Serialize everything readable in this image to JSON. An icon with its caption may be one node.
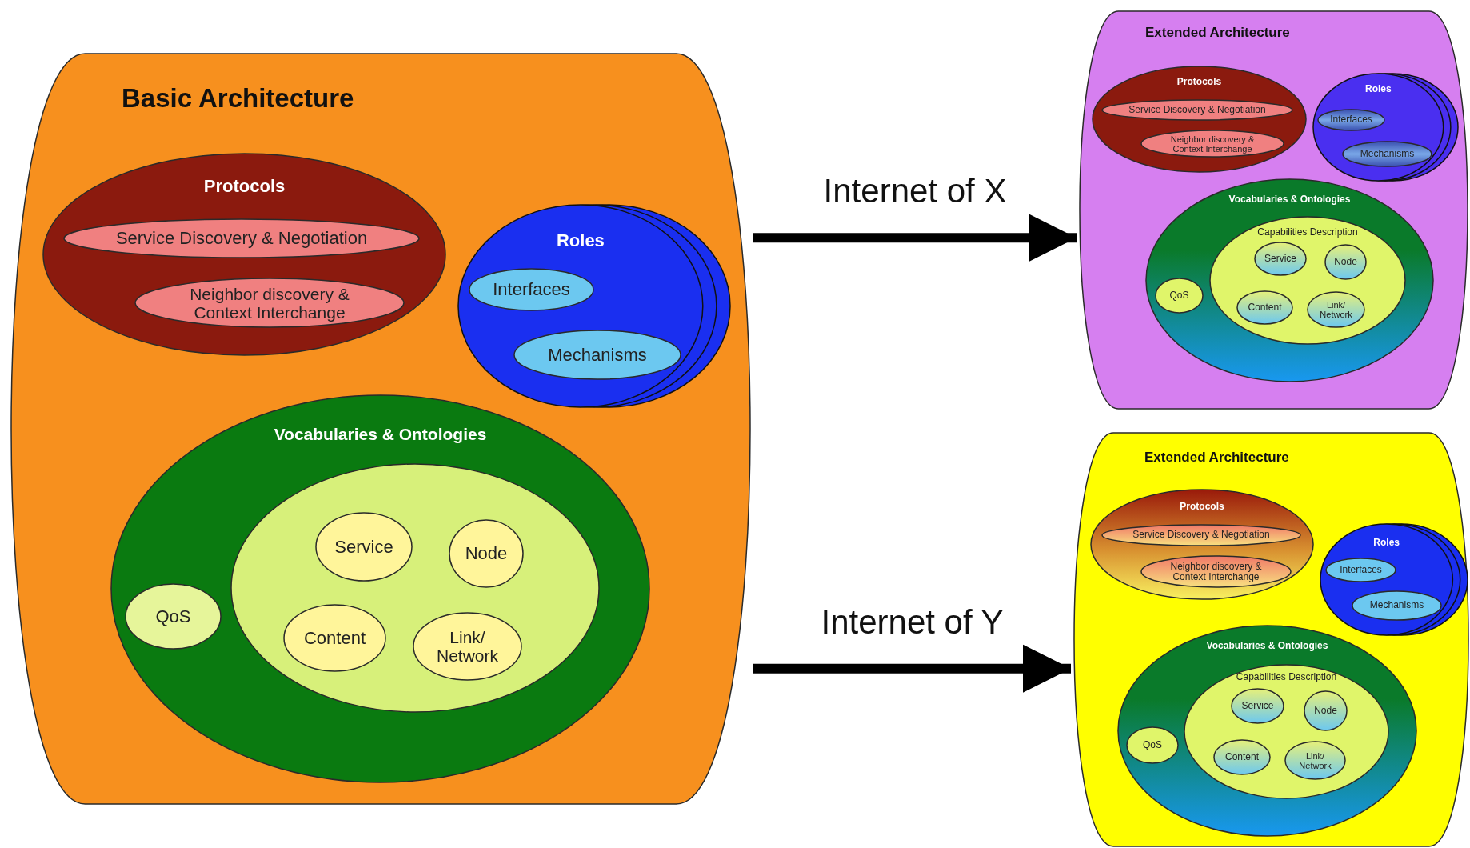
{
  "diagram": {
    "nodes": [
      {
        "text": [
          "Basic Architecture"
        ]
      },
      {
        "text": [
          "Protocols"
        ],
        "in": 0
      },
      {
        "text": [
          "Service Discovery & Negotiation"
        ],
        "in": 1
      },
      {
        "text": [
          "Neighbor discovery & Context Interchange"
        ],
        "in": 1
      },
      {
        "text": [
          "Roles"
        ],
        "in": 0
      },
      {
        "text": [
          "Interfaces"
        ],
        "in": 4
      },
      {
        "text": [
          "Mechanisms"
        ],
        "in": 4
      },
      {
        "text": [
          "Vocabularies & Ontologies"
        ],
        "in": 0
      },
      {
        "text": [
          "QoS"
        ],
        "in": 7
      },
      {
        "text": [],
        "shape": "ellipse",
        "in": 7
      },
      {
        "text": [
          "Service"
        ],
        "in": 9
      },
      {
        "text": [
          "Node"
        ],
        "in": 9
      },
      {
        "text": [
          "Content"
        ],
        "in": 9
      },
      {
        "text": [
          "Link/ Network"
        ],
        "in": 9
      },
      {
        "text": [
          "Extended Architecture"
        ]
      },
      {
        "text": [
          "Protocols"
        ],
        "in": 14
      },
      {
        "text": [
          "Service Discovery & Negotiation"
        ],
        "in": 15
      },
      {
        "text": [
          "Neighbor discovery & Context Interchange"
        ],
        "in": 15
      },
      {
        "text": [
          "Roles"
        ],
        "in": 14
      },
      {
        "text": [
          "Interfaces"
        ],
        "in": 18
      },
      {
        "text": [
          "Mechanisms"
        ],
        "in": 18
      },
      {
        "text": [
          "Vocabularies & Ontologies"
        ],
        "in": 14
      },
      {
        "text": [
          "QoS"
        ],
        "in": 21
      },
      {
        "text": [
          "Capabilities Description"
        ],
        "in": 21
      },
      {
        "text": [
          "Service"
        ],
        "in": 23
      },
      {
        "text": [
          "Node"
        ],
        "in": 23
      },
      {
        "text": [
          "Content"
        ],
        "in": 23
      },
      {
        "text": [
          "Link/ Network"
        ],
        "in": 23
      },
      {
        "text": [
          "Extended Architecture"
        ]
      },
      {
        "text": [
          "Protocols"
        ],
        "in": 28
      },
      {
        "text": [
          "Service Discovery & Negotiation"
        ],
        "in": 29
      },
      {
        "text": [
          "Neighbor discovery & Context Interchange"
        ],
        "in": 29
      },
      {
        "text": [
          "Roles"
        ],
        "in": 28
      },
      {
        "text": [
          "Interfaces"
        ],
        "in": 32
      },
      {
        "text": [
          "Mechanisms"
        ],
        "in": 32
      },
      {
        "text": [
          "Vocabularies & Ontologies"
        ],
        "in": 28
      },
      {
        "text": [
          "QoS"
        ],
        "in": 35
      },
      {
        "text": [
          "Capabilities Description"
        ],
        "in": 35
      },
      {
        "text": [
          "Service"
        ],
        "in": 37
      },
      {
        "text": [
          "Node"
        ],
        "in": 37
      },
      {
        "text": [
          "Content"
        ],
        "in": 37
      },
      {
        "text": [
          "Link/ Network"
        ],
        "in": 37
      }
    ],
    "edges": [
      {
        "from": 0,
        "to": 14,
        "arrow": "to",
        "label": "Internet of X"
      },
      {
        "from": 0,
        "to": 28,
        "arrow": "to",
        "label": "Internet of Y"
      }
    ]
  }
}
